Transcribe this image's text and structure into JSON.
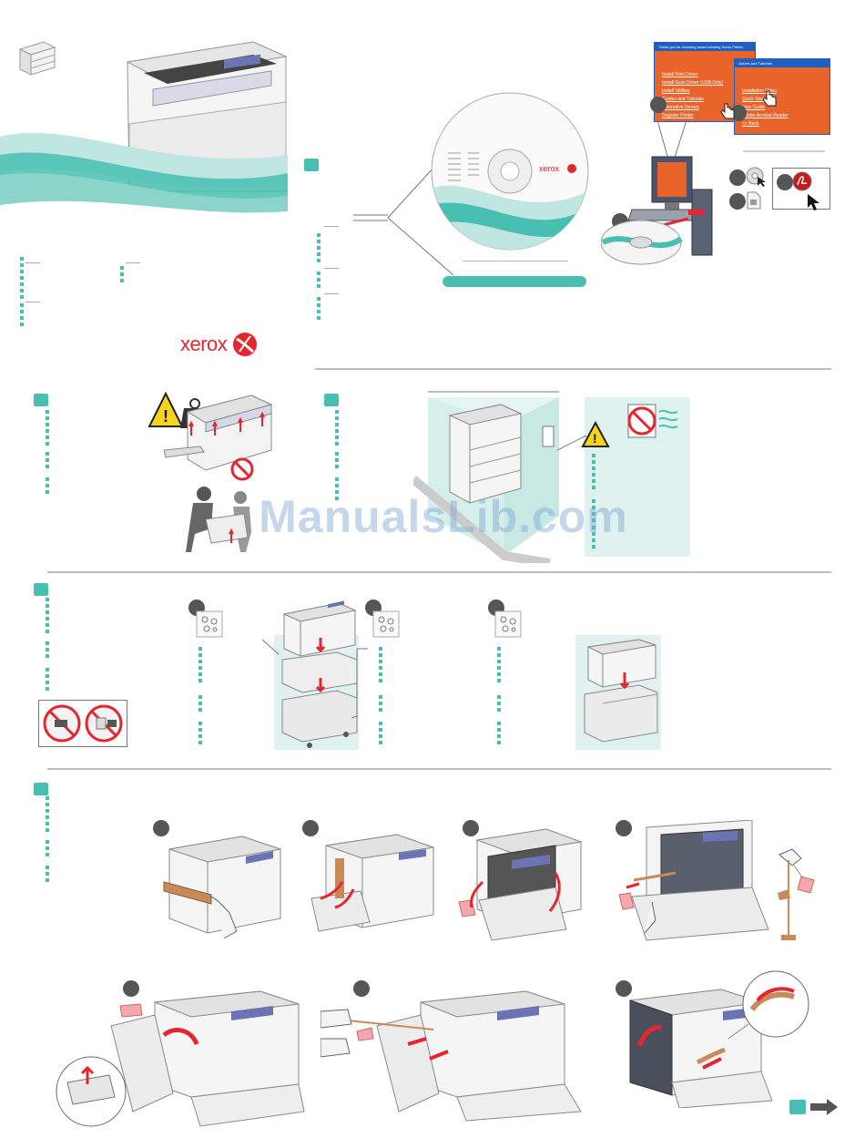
{
  "brand": {
    "logo_text": "xerox",
    "printer_badge": "xerox",
    "cd_logo": "xerox"
  },
  "installer_window": {
    "title": "Thank you for choosing award-winning Xerox Printer",
    "items": [
      "Install Print Driver",
      "Install Scan Driver (USB Only)",
      "Install Utilities",
      "Guides and Tutorials",
      "Alternative Drivers",
      "Register Printer"
    ]
  },
  "guides_window": {
    "title": "Guides and Tutorials",
    "items": [
      "Installation Video",
      "Quick Start",
      "User Guide",
      "Adobe Acrobat Reader",
      "<< Back"
    ]
  },
  "watermark": "ManualsLib.com",
  "colors": {
    "accent": "#48bfb1",
    "brand_red": "#e3262f",
    "installer_orange": "#e8642a",
    "window_blue": "#1f5fbf",
    "panel_tint": "#dff2ef",
    "divider": "#bdbdbd"
  },
  "icons": [
    "printer-thumb-icon",
    "weight-warning-icon",
    "no-symbol-icon",
    "warning-icon",
    "hand-cursor-icon",
    "arrow-cursor-icon",
    "acrobat-icon",
    "cd-icon",
    "next-page-arrow-icon"
  ]
}
